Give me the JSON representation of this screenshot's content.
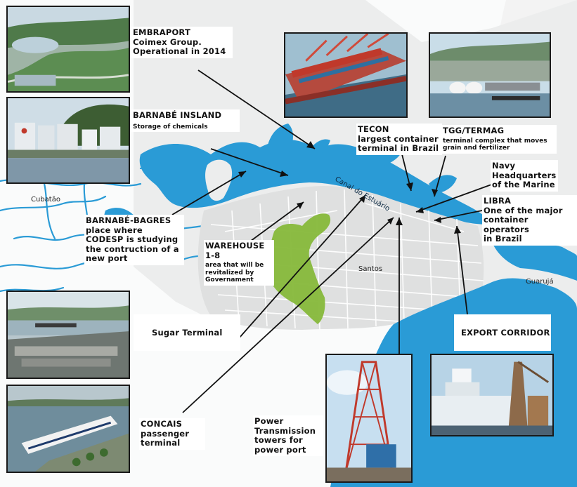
{
  "places": {
    "cubatao": "Cubatão",
    "santos": "Santos",
    "guaruja": "Guarujá",
    "canal": "Canal do Estuário"
  },
  "labels": {
    "embraport": {
      "title": "EMBRAPORT",
      "line1": "Coimex Group.",
      "line2": "Operational in 2014"
    },
    "barnabe_island": {
      "title": "BARNABÉ INSLAND",
      "desc": "Storage of chemicals"
    },
    "barnabe_bagres": {
      "line1": "BARNABÉ-BAGRES",
      "line2": "place where",
      "line3": "CODESP is studying",
      "line4": "the contruction of a",
      "line5": "new port"
    },
    "warehouse": {
      "title": "WAREHOUSE",
      "sub": "1-8",
      "desc1": "area that will be",
      "desc2": "revitalized by",
      "desc3": "Governament"
    },
    "sugar": {
      "title": "Sugar Terminal"
    },
    "concais": {
      "line1": "CONCAIS",
      "line2": "passenger",
      "line3": "terminal"
    },
    "power": {
      "line1": "Power",
      "line2": "Transmission",
      "line3": "towers for",
      "line4": "power port"
    },
    "tecon": {
      "line1": "TECON",
      "line2": "largest container",
      "line3": "terminal in Brazil"
    },
    "tgg": {
      "title": "TGG/TERMAG",
      "desc1": "terminal complex that moves",
      "desc2": "grain and fertilizer"
    },
    "navy": {
      "line1": "Navy",
      "line2": "Headquarters",
      "line3": "of the Marine"
    },
    "libra": {
      "line1": "LIBRA",
      "line2": "One of the major",
      "line3": "container operators",
      "line4": "in Brazil"
    },
    "export": {
      "title": "EXPORT CORRIDOR"
    }
  },
  "colors": {
    "water": "#2a9bd6",
    "land": "#e9eaea",
    "streets": "#ffffff",
    "park": "#86b83a"
  }
}
